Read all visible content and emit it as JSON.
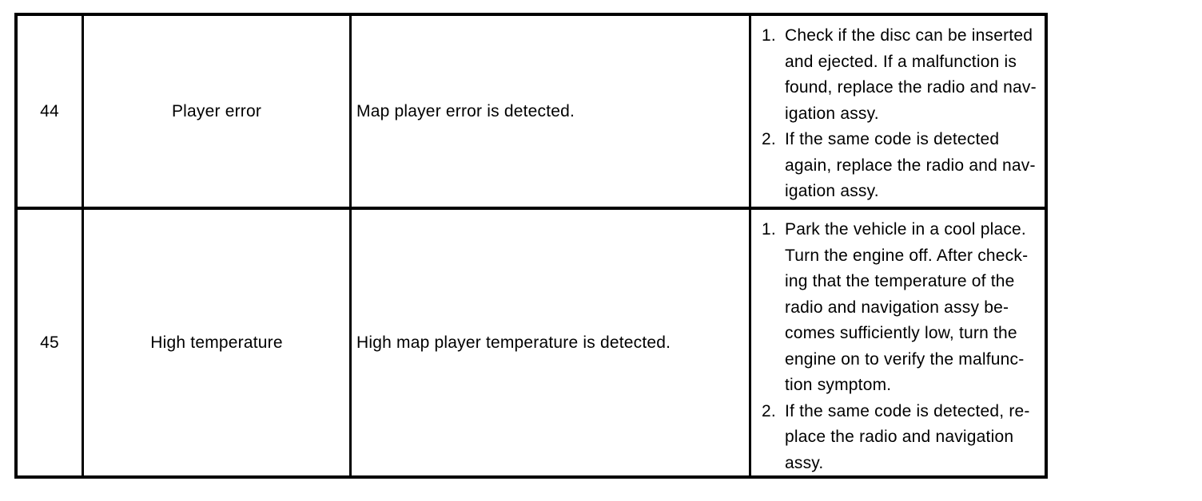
{
  "colors": {
    "background": "#ffffff",
    "border": "#000000",
    "text": "#000000"
  },
  "table": {
    "columns": [
      "code",
      "name",
      "description",
      "remedy"
    ],
    "rows": [
      {
        "code": "44",
        "name": "Player error",
        "description": "Map player error is detected.",
        "remedy": [
          {
            "num": "1.",
            "text": "Check if the disc can be inserted\nand ejected. If a malfunction is\nfound, replace the radio and nav-\nigation assy."
          },
          {
            "num": "2.",
            "text": "If the same code is detected\nagain, replace the radio and nav-\nigation assy."
          }
        ]
      },
      {
        "code": "45",
        "name": "High temperature",
        "description": "High map player temperature is detected.",
        "remedy": [
          {
            "num": "1.",
            "text": "Park the vehicle in a cool place.\nTurn the engine off. After check-\ning that the temperature of the\nradio and navigation assy be-\ncomes sufficiently low, turn the\nengine on to verify the malfunc-\ntion symptom."
          },
          {
            "num": "2.",
            "text": "If the same code is detected, re-\nplace the radio and navigation\nassy."
          }
        ]
      }
    ]
  }
}
